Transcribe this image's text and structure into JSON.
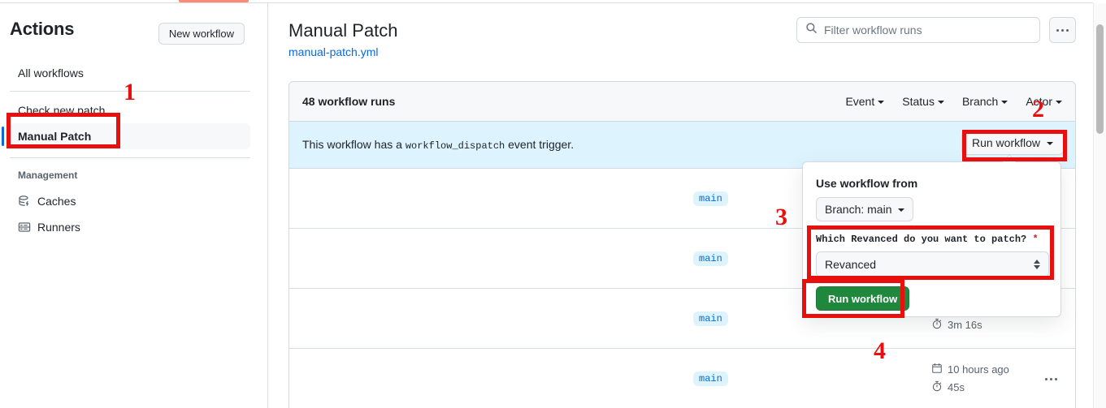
{
  "sidebar": {
    "title": "Actions",
    "new_workflow_label": "New workflow",
    "items": [
      {
        "label": "All workflows",
        "icon": ""
      },
      {
        "label": "Check new patch",
        "icon": ""
      },
      {
        "label": "Manual Patch",
        "icon": ""
      }
    ],
    "management_label": "Management",
    "management_items": [
      {
        "label": "Caches",
        "icon": "cache-icon"
      },
      {
        "label": "Runners",
        "icon": "runners-icon"
      }
    ]
  },
  "main": {
    "page_title": "Manual Patch",
    "workflow_file": "manual-patch.yml",
    "search": {
      "placeholder": "Filter workflow runs",
      "value": "",
      "icon": "search-icon"
    },
    "kebab_icon": "kebab-horizontal-icon"
  },
  "runs": {
    "count_label": "48 workflow runs",
    "filters": [
      {
        "label": "Event"
      },
      {
        "label": "Status"
      },
      {
        "label": "Branch"
      },
      {
        "label": "Actor"
      }
    ],
    "dispatch_banner": {
      "text_before": "This workflow has a",
      "code": "workflow_dispatch",
      "text_after": "event trigger.",
      "button_label": "Run workflow"
    },
    "rows": [
      {
        "branch": "main",
        "timestamp": "",
        "duration": ""
      },
      {
        "branch": "main",
        "timestamp": "",
        "duration": ""
      },
      {
        "branch": "main",
        "timestamp": "",
        "duration": "3m 16s"
      },
      {
        "branch": "main",
        "timestamp": "10 hours ago",
        "duration": "45s"
      }
    ]
  },
  "dispatch_popover": {
    "use_workflow_from": "Use workflow from",
    "branch_selector": "Branch: main",
    "input_label": "Which Revanced do you want to patch?",
    "required_marker": "*",
    "input_value": "Revanced",
    "input_options": [
      "Revanced"
    ],
    "submit_label": "Run workflow"
  },
  "annotations": [
    {
      "num": "1"
    },
    {
      "num": "2"
    },
    {
      "num": "3"
    },
    {
      "num": "4"
    }
  ],
  "colors": {
    "accent_blue": "#0969da",
    "green": "#1f883d",
    "annotation_red": "#e8100f",
    "banner_blue": "#ddf4ff",
    "tab_orange": "#fd8c73"
  }
}
